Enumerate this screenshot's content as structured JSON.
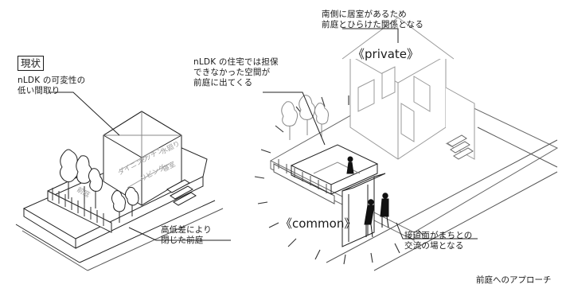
{
  "diagram": {
    "caption": "前庭へのアプローチ",
    "current": {
      "badge": "現状",
      "note_flex": "nLDK の可変性の\n低い間取り",
      "note_step": "高低差により\n閉じた前庭",
      "room_labels": [
        "ダイニング",
        "キッチン",
        "水廻り",
        "リビング",
        "寝室",
        "前庭"
      ]
    },
    "proposal": {
      "note_south": "南側に居室があるため\n前庭とひらけた関係となる",
      "note_space": "nLDK の住宅では担保\nできなかった空間が\n前庭に出てくる",
      "note_street": "接道面がまちとの\n交流の場となる",
      "tag_private": "《private》",
      "tag_common": "《common》"
    }
  }
}
